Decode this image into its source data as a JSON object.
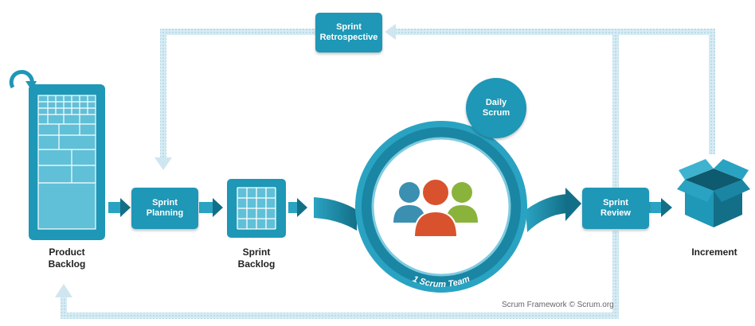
{
  "colors": {
    "primary": "#1f97b6",
    "primary_dark": "#136f87",
    "loop_light": "#cfe6f0",
    "person_blue": "#3b8fb0",
    "person_red": "#d9522e",
    "person_green": "#8ab33c"
  },
  "nodes": {
    "product_backlog": {
      "label": [
        "Product",
        "Backlog"
      ],
      "icon": "backlog-grid-icon"
    },
    "sprint_planning": {
      "label": [
        "Sprint",
        "Planning"
      ]
    },
    "sprint_backlog": {
      "label": [
        "Sprint",
        "Backlog"
      ],
      "icon": "grid-icon"
    },
    "sprint_retrospective": {
      "label": [
        "Sprint",
        "Retrospective"
      ]
    },
    "daily_scrum": {
      "label": [
        "Daily",
        "Scrum"
      ]
    },
    "scrum_team": {
      "label": "1 Scrum Team",
      "icon": "team-icon"
    },
    "sprint_review": {
      "label": [
        "Sprint",
        "Review"
      ]
    },
    "increment": {
      "label": "Increment",
      "icon": "open-box-icon"
    }
  },
  "credit": "Scrum Framework © Scrum.org"
}
